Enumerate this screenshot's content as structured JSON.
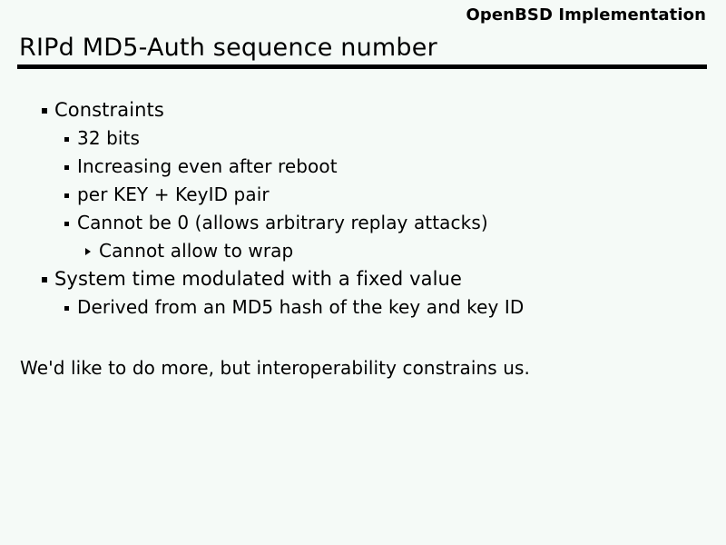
{
  "slide": {
    "header": "OpenBSD Implementation",
    "title": "RIPd MD5-Auth sequence number",
    "background_color": "#f5faf7",
    "text_color": "#000000",
    "rule_color": "#000000",
    "bullets": [
      {
        "level": 1,
        "marker": "square-bullet",
        "text": "Constraints"
      },
      {
        "level": 2,
        "marker": "small-square-bullet",
        "text": "32 bits"
      },
      {
        "level": 2,
        "marker": "small-square-bullet",
        "text": "Increasing even after reboot"
      },
      {
        "level": 2,
        "marker": "small-square-bullet",
        "text": "per KEY + KeyID pair"
      },
      {
        "level": 2,
        "marker": "small-square-bullet",
        "text": "Cannot be 0 (allows arbitrary replay attacks)"
      },
      {
        "level": 3,
        "marker": "triangle-bullet",
        "text": "Cannot allow to wrap"
      },
      {
        "level": 1,
        "marker": "square-bullet",
        "text": "System time modulated with a fixed value"
      },
      {
        "level": 2,
        "marker": "small-square-bullet",
        "text": "Derived from an MD5 hash of the key and key ID"
      }
    ],
    "closing_note": "We'd like to do more, but interoperability constrains us."
  }
}
